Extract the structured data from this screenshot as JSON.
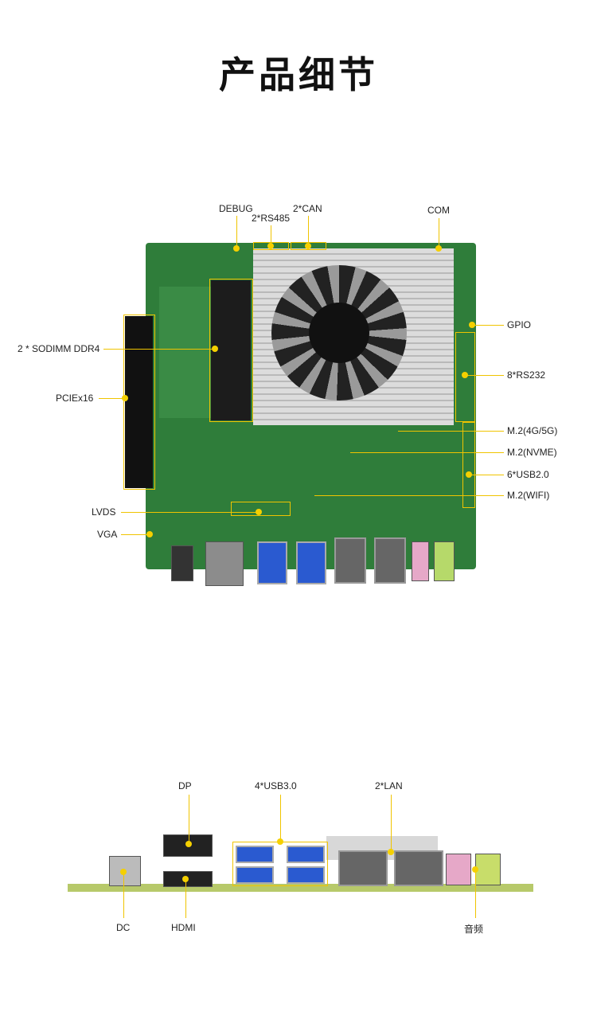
{
  "title": "产品细节",
  "top_view": {
    "labels": {
      "debug": "DEBUG",
      "rs485": "2*RS485",
      "can": "2*CAN",
      "com": "COM",
      "gpio": "GPIO",
      "rs232": "8*RS232",
      "m2_4g5g": "M.2(4G/5G)",
      "m2_nvme": "M.2(NVME)",
      "usb20": "6*USB2.0",
      "m2_wifi": "M.2(WIFI)",
      "sodimm": "2 * SODIMM DDR4",
      "pcie": "PCIEx16",
      "lvds": "LVDS",
      "vga": "VGA"
    }
  },
  "front_view": {
    "labels": {
      "dp": "DP",
      "usb30": "4*USB3.0",
      "lan": "2*LAN",
      "dc": "DC",
      "hdmi": "HDMI",
      "audio": "音频"
    }
  },
  "colors": {
    "accent": "#f0c400",
    "pcb": "#2f7d3a"
  }
}
